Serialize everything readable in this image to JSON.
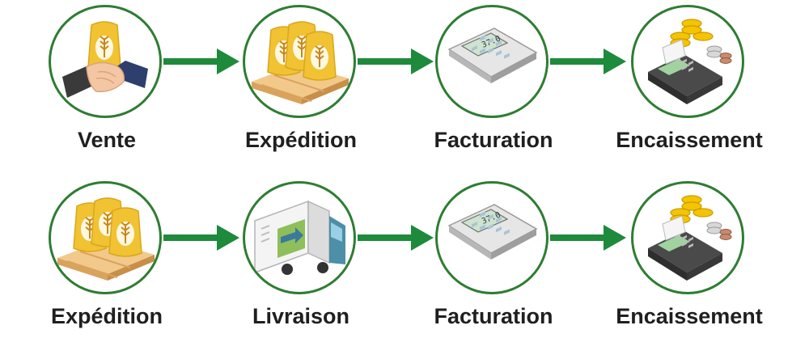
{
  "rows": [
    {
      "steps": [
        {
          "label": "Vente",
          "icon": "handshake-sacks-icon"
        },
        {
          "label": "Expédition",
          "icon": "pallet-sacks-icon"
        },
        {
          "label": "Facturation",
          "icon": "calculator-icon"
        },
        {
          "label": "Encaissement",
          "icon": "payment-terminal-coins-icon"
        }
      ]
    },
    {
      "steps": [
        {
          "label": "Expédition",
          "icon": "pallet-sacks-icon"
        },
        {
          "label": "Livraison",
          "icon": "delivery-truck-icon"
        },
        {
          "label": "Facturation",
          "icon": "calculator-icon"
        },
        {
          "label": "Encaissement",
          "icon": "payment-terminal-coins-icon"
        }
      ]
    }
  ],
  "colors": {
    "arrow": "#1e8a3b",
    "circle_border": "#2e7d32",
    "sack": "#f1c232",
    "wheat": "#c9871a"
  },
  "calculator_display": "37.0"
}
